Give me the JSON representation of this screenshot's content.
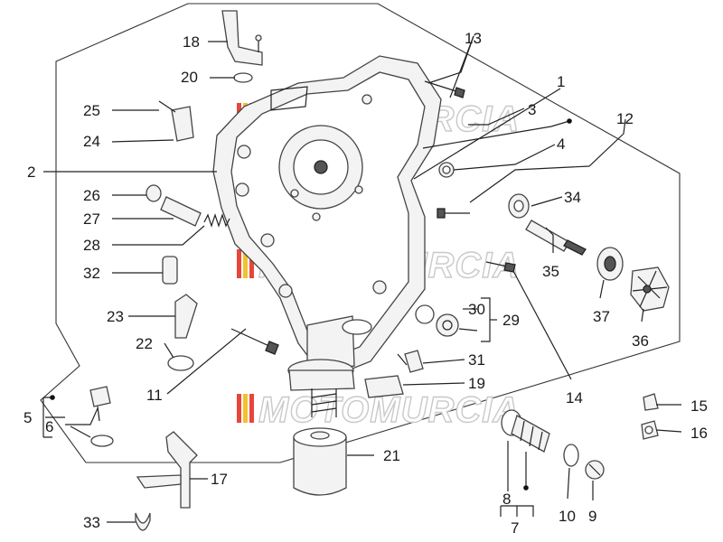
{
  "watermark": "MOTOMURCIA",
  "labels": [
    {
      "id": "1",
      "text": "1"
    },
    {
      "id": "2",
      "text": "2"
    },
    {
      "id": "3",
      "text": "3"
    },
    {
      "id": "4",
      "text": "4"
    },
    {
      "id": "5",
      "text": "5"
    },
    {
      "id": "6",
      "text": "6"
    },
    {
      "id": "7",
      "text": "7"
    },
    {
      "id": "8",
      "text": "8"
    },
    {
      "id": "9",
      "text": "9"
    },
    {
      "id": "10",
      "text": "10"
    },
    {
      "id": "11",
      "text": "11"
    },
    {
      "id": "12",
      "text": "12"
    },
    {
      "id": "13",
      "text": "13"
    },
    {
      "id": "14",
      "text": "14"
    },
    {
      "id": "15",
      "text": "15"
    },
    {
      "id": "16",
      "text": "16"
    },
    {
      "id": "17",
      "text": "17"
    },
    {
      "id": "18",
      "text": "18"
    },
    {
      "id": "19",
      "text": "19"
    },
    {
      "id": "20",
      "text": "20"
    },
    {
      "id": "21",
      "text": "21"
    },
    {
      "id": "22",
      "text": "22"
    },
    {
      "id": "23",
      "text": "23"
    },
    {
      "id": "24",
      "text": "24"
    },
    {
      "id": "25",
      "text": "25"
    },
    {
      "id": "26",
      "text": "26"
    },
    {
      "id": "27",
      "text": "27"
    },
    {
      "id": "28",
      "text": "28"
    },
    {
      "id": "29",
      "text": "29"
    },
    {
      "id": "30",
      "text": "30"
    },
    {
      "id": "31",
      "text": "31"
    },
    {
      "id": "32",
      "text": "32"
    },
    {
      "id": "33",
      "text": "33"
    },
    {
      "id": "34",
      "text": "34"
    },
    {
      "id": "35",
      "text": "35"
    },
    {
      "id": "36",
      "text": "36"
    },
    {
      "id": "37",
      "text": "37"
    }
  ]
}
